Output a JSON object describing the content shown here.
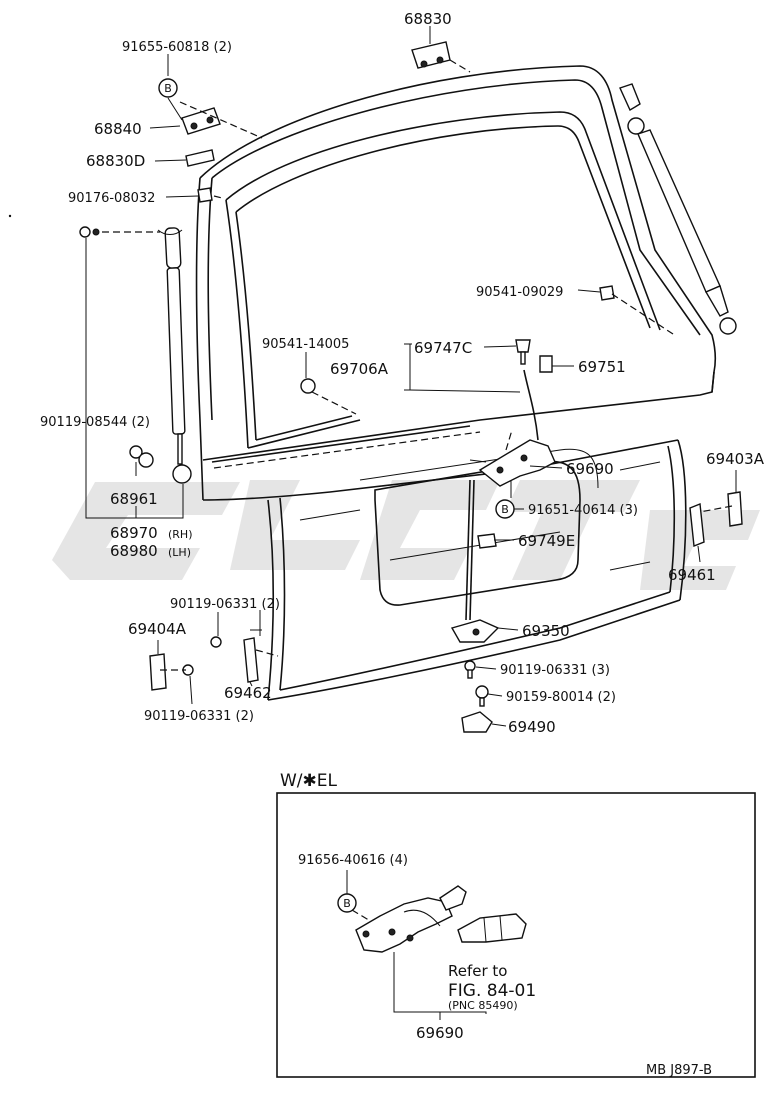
{
  "diagram": {
    "labels": {
      "p68830": "68830",
      "p91655": "91655-60818 (2)",
      "p68840": "68840",
      "p68830d": "68830D",
      "p90176": "90176-08032",
      "p90541_09029": "90541-09029",
      "p90541_14005": "90541-14005",
      "p69747c": "69747C",
      "p69706a": "69706A",
      "p69751": "69751",
      "p90119_08544": "90119-08544 (2)",
      "p69690": "69690",
      "p69403a": "69403A",
      "p68961": "68961",
      "p91651": "91651-40614 (3)",
      "p68970": "68970",
      "p68970_side": "(RH)",
      "p68980": "68980",
      "p68980_side": "(LH)",
      "p69749e": "69749E",
      "p69461": "69461",
      "p90119_06331_a": "90119-06331 (2)",
      "p69404a": "69404A",
      "p69350": "69350",
      "p90119_06331_b": "90119-06331 (3)",
      "p69462": "69462",
      "p90159": "90159-80014 (2)",
      "p90119_06331_c": "90119-06331 (2)",
      "p69490": "69490",
      "inset_title": "W/✱EL",
      "p91656": "91656-40616 (4)",
      "refer_to": "Refer to",
      "fig_ref": "FIG. 84-01",
      "pnc_ref": "(PNC 85490)",
      "p69690_inset": "69690",
      "footer_code": "MB  J897-B"
    },
    "markers": {
      "b_symbol": "B"
    },
    "colors": {
      "ink": "#111111",
      "paper": "#ffffff",
      "watermark": "#cfcfcf"
    }
  }
}
